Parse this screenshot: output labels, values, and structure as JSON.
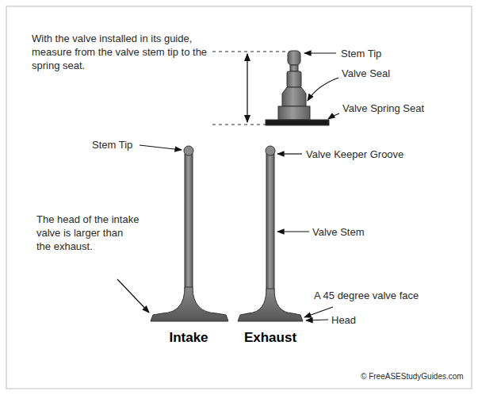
{
  "diagram": {
    "labels": [
      "With the valve installed in its guide, measure from the valve stem tip to the spring seat.",
      "Stem Tip",
      "Valve Seal",
      "Valve Spring Seat",
      "Stem Tip",
      "Valve Keeper Groove",
      "The head of the intake valve is larger than the exhaust.",
      "Valve Stem",
      "A 45 degree valve face",
      "Head",
      "Intake",
      "Exhaust",
      "© FreeASEStudyGuides.com"
    ]
  }
}
